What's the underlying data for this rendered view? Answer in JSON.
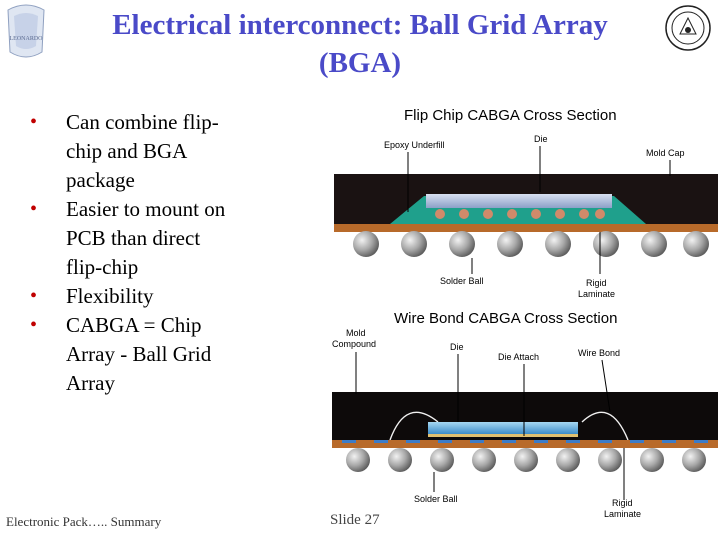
{
  "slide": {
    "title": "Electrical interconnect: Ball Grid Array (BGA)",
    "bullets": [
      "Can  combine flip-chip and BGA package",
      "Easier to mount on PCB than direct flip-chip",
      "Flexibility",
      "CABGA = Chip Array - Ball Grid Array"
    ],
    "bullet_color": "#c00000",
    "title_color": "#4a4ac8"
  },
  "figure": {
    "flip_chip": {
      "heading": "Flip Chip CABGA Cross Section",
      "labels": {
        "epoxy_underfill": "Epoxy Underfill",
        "die": "Die",
        "mold_cap": "Mold Cap",
        "solder_ball": "Solder Ball",
        "rigid": "Rigid",
        "laminate": "Laminate"
      }
    },
    "wire_bond": {
      "heading": "Wire Bond CABGA Cross Section",
      "labels": {
        "mold": "Mold",
        "compound": "Compound",
        "die": "Die",
        "die_attach": "Die Attach",
        "wire_bond": "Wire Bond",
        "solder_ball": "Solder Ball",
        "rigid": "Rigid",
        "laminate": "Laminate"
      }
    }
  },
  "footer": {
    "left": "Electronic Pack….. Summary",
    "slide_number": "Slide 27"
  }
}
